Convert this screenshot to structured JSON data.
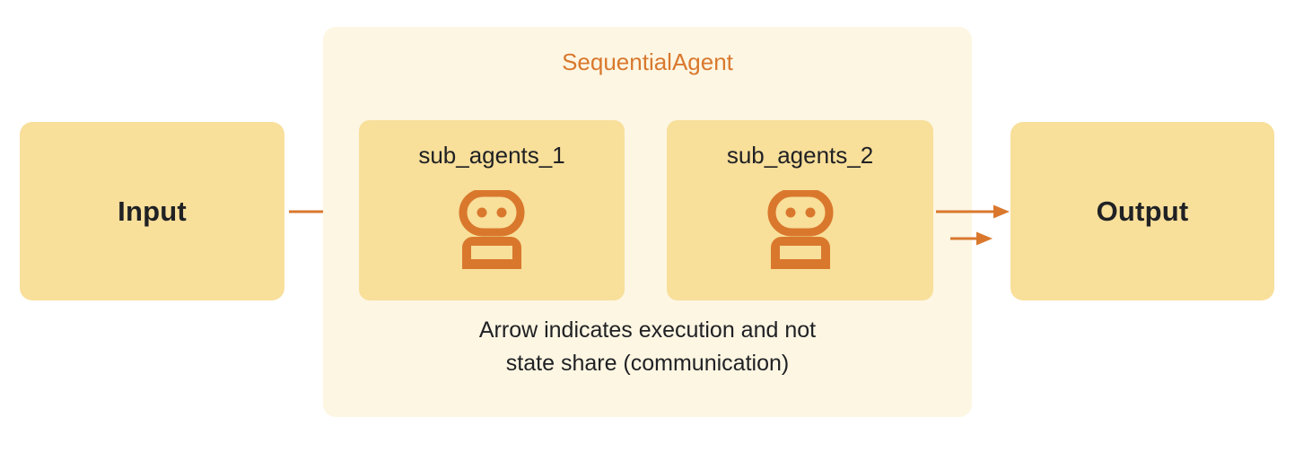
{
  "diagram": {
    "title": "SequentialAgent",
    "input_label": "Input",
    "output_label": "Output",
    "caption_line_1": "Arrow indicates execution and not",
    "caption_line_2": "state share (communication)",
    "agents": [
      {
        "label": "sub_agents_1",
        "icon": "robot-icon"
      },
      {
        "label": "sub_agents_2",
        "icon": "robot-icon"
      }
    ],
    "arrows": [
      {
        "from": "Input",
        "to": "sub_agents_1",
        "icon": "arrow-right-icon"
      },
      {
        "from": "sub_agents_1",
        "to": "sub_agents_2",
        "icon": "arrow-right-icon"
      },
      {
        "from": "sub_agents_2",
        "to": "Output",
        "icon": "arrow-right-icon"
      }
    ],
    "colors": {
      "background": "#ffffff",
      "container_fill": "#FDF6E3",
      "box_fill": "#F8DF9A",
      "accent_orange": "#D9782D",
      "arrow_orange": "#D9782D",
      "text_dark": "#202124"
    }
  }
}
